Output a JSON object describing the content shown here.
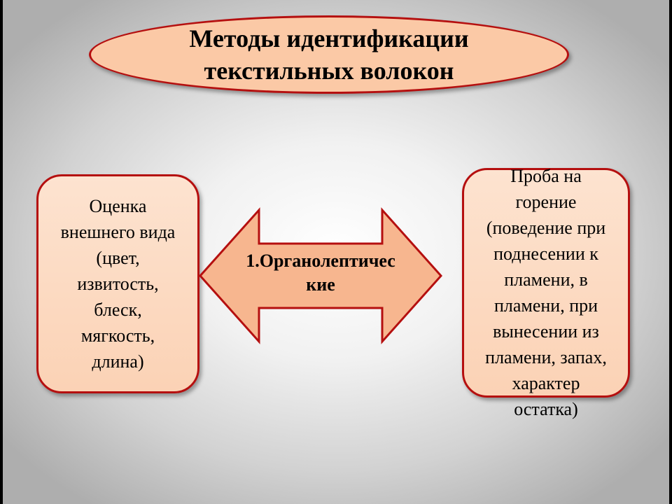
{
  "title": {
    "line1": "Методы идентификации",
    "line2": "текстильных волокон"
  },
  "arrow": {
    "line1": "1.Органолептичес",
    "line2": "кие"
  },
  "left_box": {
    "lines": [
      "Оценка",
      "внешнего вида",
      "(цвет,",
      "извитость,",
      "блеск,",
      "мягкость,",
      "длина)"
    ]
  },
  "right_box": {
    "lines": [
      "Проба на",
      "горение",
      "(поведение при",
      "поднесении к",
      "пламени, в",
      "пламени, при",
      "вынесении из",
      "пламени, запах,",
      "характер",
      "остатка)"
    ]
  },
  "colors": {
    "border": "#b50f0f",
    "fill": "#fbc9a6",
    "arrow_fill": "#f7b68f"
  }
}
